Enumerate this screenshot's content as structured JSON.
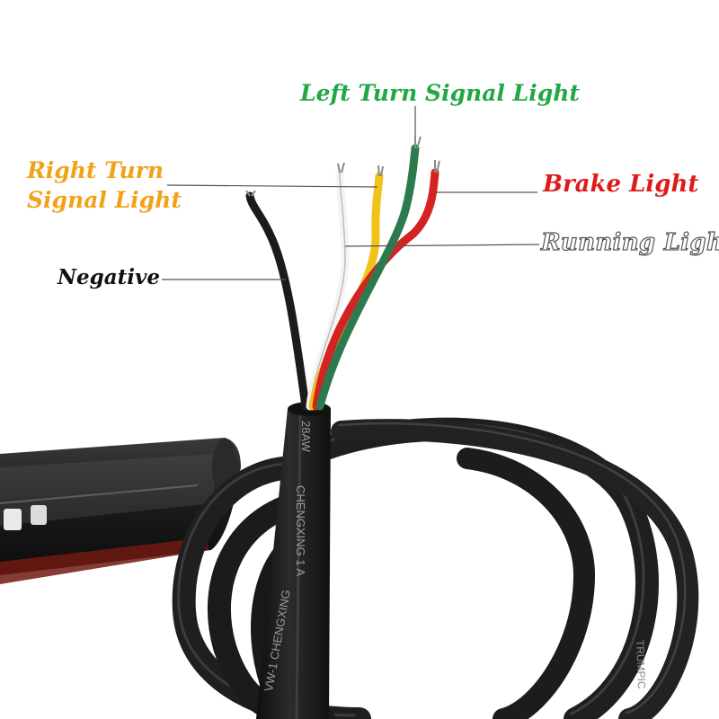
{
  "labels": {
    "left_turn": "Left Turn Signal Light",
    "right_turn_line1": "Right Turn",
    "right_turn_line2": "Signal Light",
    "brake": "Brake Light",
    "running": "Running Light",
    "negative": "Negative"
  },
  "cable_print": {
    "segment_a": "28AW",
    "segment_b": "CHENGXING  1  A",
    "segment_c": "VW-1  CHENGXING",
    "segment_d": "TRUMPIC"
  },
  "colors": {
    "left_turn": "#22a745",
    "right_turn": "#f2a21a",
    "brake": "#dd1b1b",
    "running": "#ffffff",
    "negative": "#111111",
    "wire_green": "#2e7a4f",
    "wire_red": "#d52222",
    "wire_yellow": "#f0c21a",
    "wire_white": "#f4f4f4",
    "wire_black": "#1b1b1b",
    "cable": "#1e1e1e"
  }
}
